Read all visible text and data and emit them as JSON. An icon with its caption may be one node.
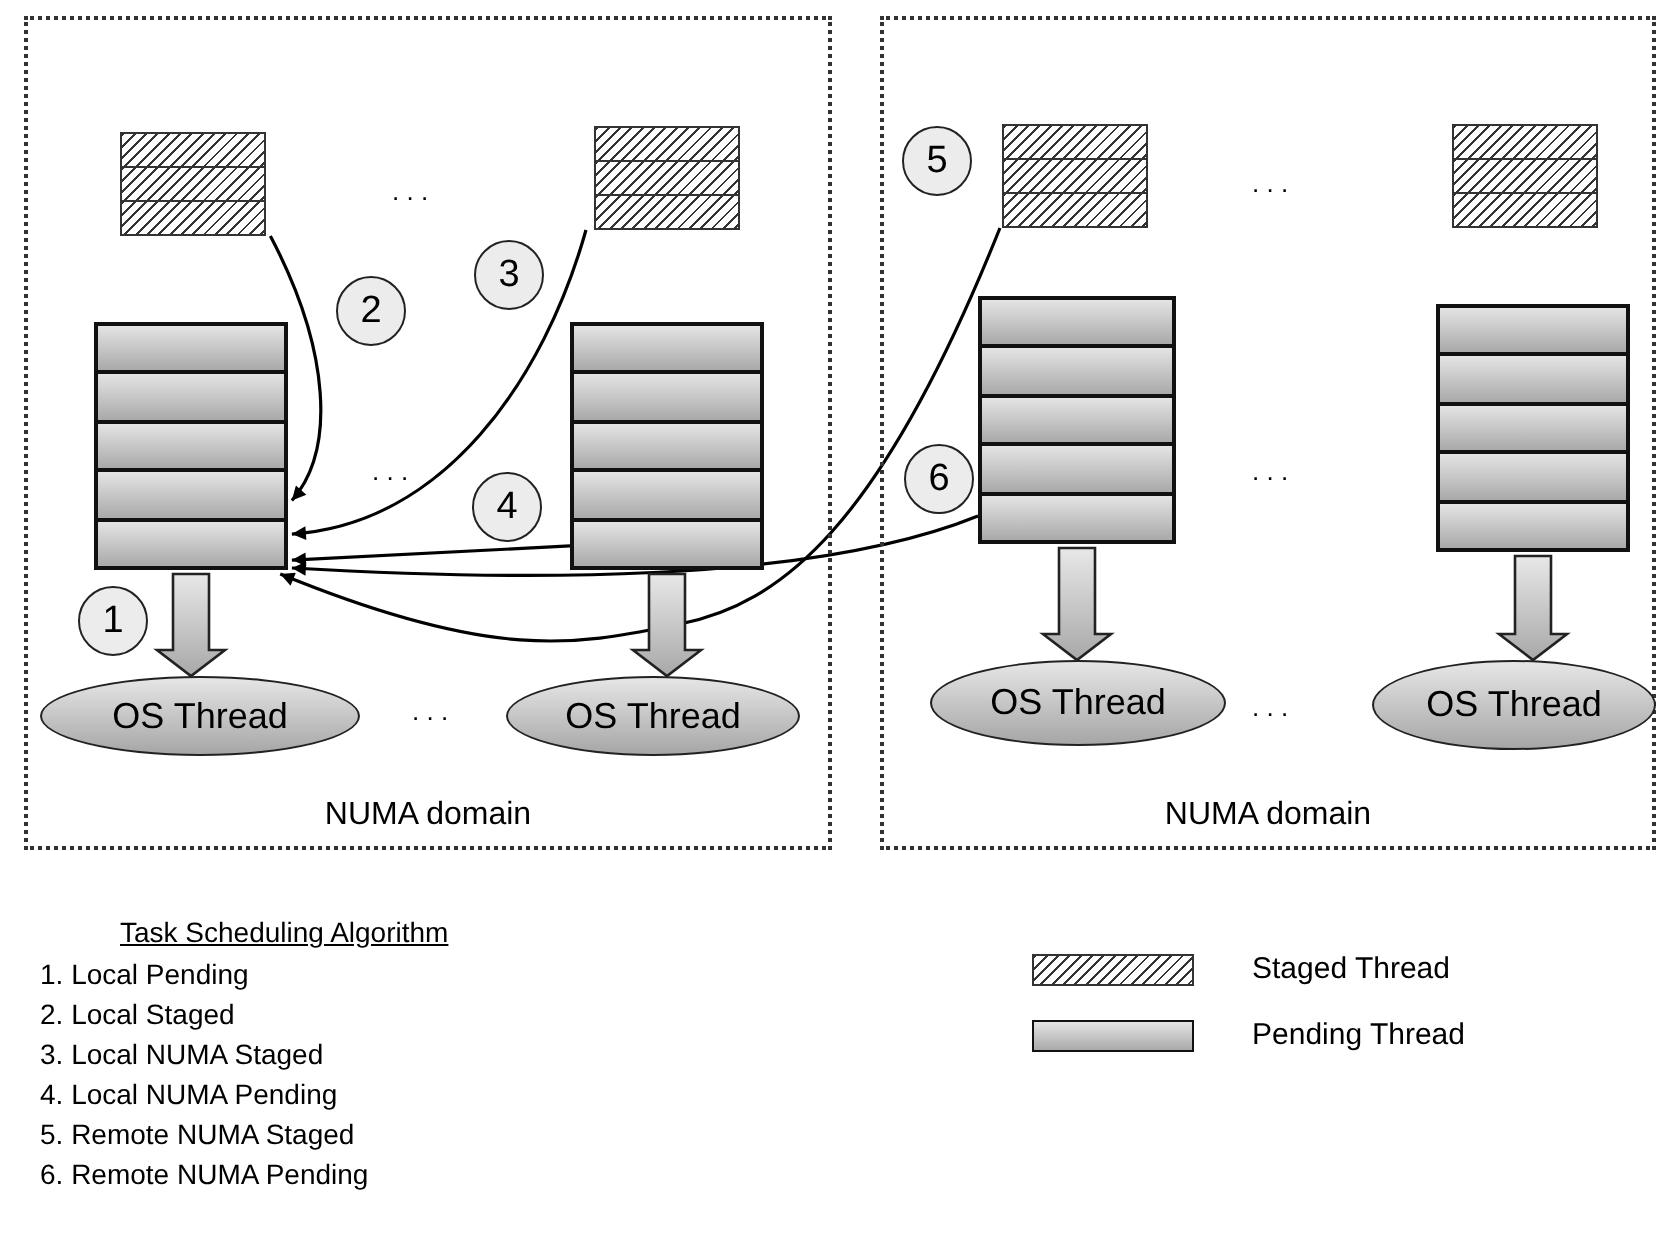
{
  "diagram": {
    "nodes": [
      {
        "text": [
          "NUMA domain"
        ]
      },
      {
        "text": [],
        "shape": "box",
        "in": 0
      },
      {
        "text": [],
        "shape": "box",
        "in": 0
      },
      {
        "text": [
          "2"
        ],
        "in": 0
      },
      {
        "text": [
          "3"
        ],
        "in": 0
      },
      {
        "text": [],
        "shape": "box",
        "in": 0
      },
      {
        "text": [],
        "shape": "box",
        "in": 0
      },
      {
        "text": [
          "4"
        ],
        "in": 0
      },
      {
        "text": [
          "1"
        ],
        "in": 0
      },
      {
        "text": [
          "OS Thread"
        ],
        "in": 0
      },
      {
        "text": [
          "OS Thread"
        ],
        "in": 0
      },
      {
        "text": [
          "NUMA domain"
        ]
      },
      {
        "text": [
          "5"
        ],
        "in": 11
      },
      {
        "text": [],
        "shape": "box",
        "in": 11
      },
      {
        "text": [],
        "shape": "box",
        "in": 11
      },
      {
        "text": [],
        "shape": "box",
        "in": 11
      },
      {
        "text": [
          "6"
        ],
        "in": 11
      },
      {
        "text": [],
        "shape": "box",
        "in": 11
      },
      {
        "text": [
          "OS Thread"
        ],
        "in": 11
      },
      {
        "text": [
          "OS Thread"
        ],
        "in": 11
      }
    ],
    "edges": [
      {
        "from": 1,
        "to": 5,
        "arrow": "to"
      },
      {
        "from": 2,
        "to": 5,
        "arrow": "to"
      },
      {
        "from": 6,
        "to": 5,
        "arrow": "to"
      },
      {
        "from": 13,
        "to": 5,
        "arrow": "to"
      },
      {
        "from": 15,
        "to": 5,
        "arrow": "to"
      },
      {
        "from": 5,
        "to": 9,
        "arrow": "to",
        "style": "thick"
      },
      {
        "from": 6,
        "to": 10,
        "arrow": "to",
        "style": "thick"
      },
      {
        "from": 15,
        "to": 18,
        "arrow": "to",
        "style": "thick"
      },
      {
        "from": 17,
        "to": 19,
        "arrow": "to",
        "style": "thick"
      }
    ],
    "labels": [
      ". . .",
      ". . .",
      ". . .",
      ". . .",
      ". . .",
      ". . .",
      "Task Scheduling Algorithm",
      "1. Local Pending",
      "2. Local Staged",
      "3. Local NUMA Staged",
      "4. Local NUMA Pending",
      "5. Remote NUMA Staged",
      "6. Remote NUMA Pending"
    ],
    "legend": [
      {
        "text": "Staged Thread"
      },
      {
        "text": "Pending Thread"
      }
    ]
  }
}
